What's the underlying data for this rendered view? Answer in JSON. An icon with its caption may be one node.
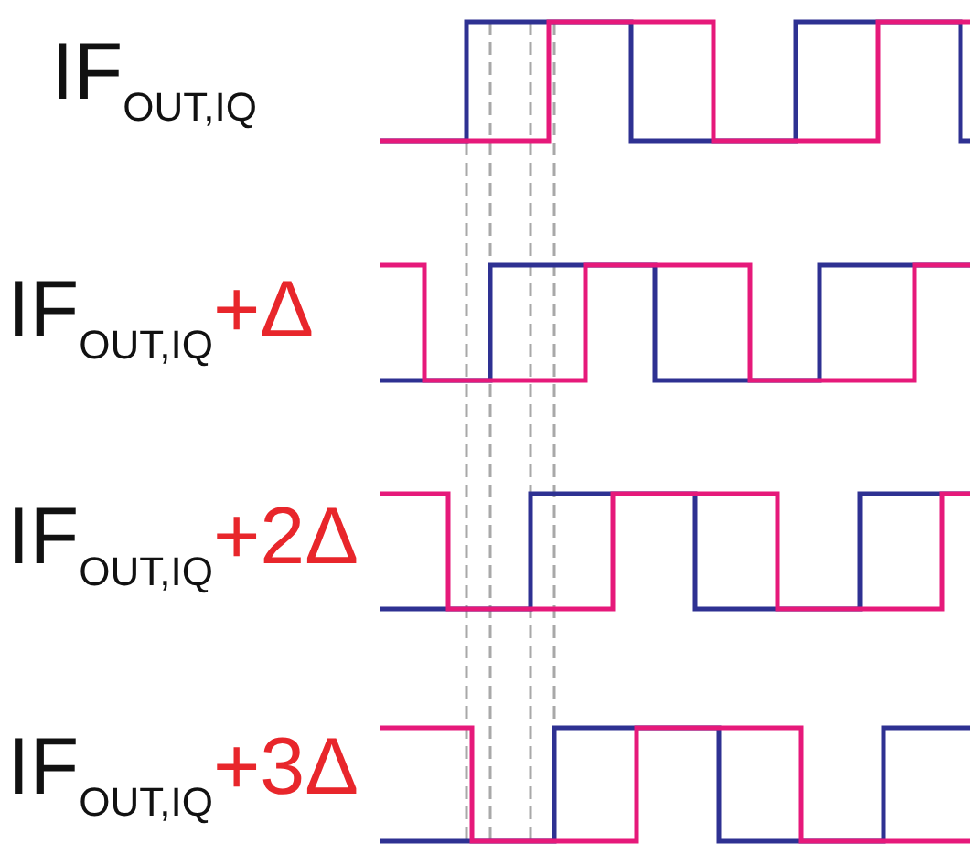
{
  "diagram": {
    "labels": [
      "IF$_{OUT,IQ}$",
      "IF$_{OUT,IQ}$+Δ",
      "IF$_{OUT,IQ}$+2Δ",
      "IF$_{OUT,IQ}$+3Δ"
    ]
  }
}
